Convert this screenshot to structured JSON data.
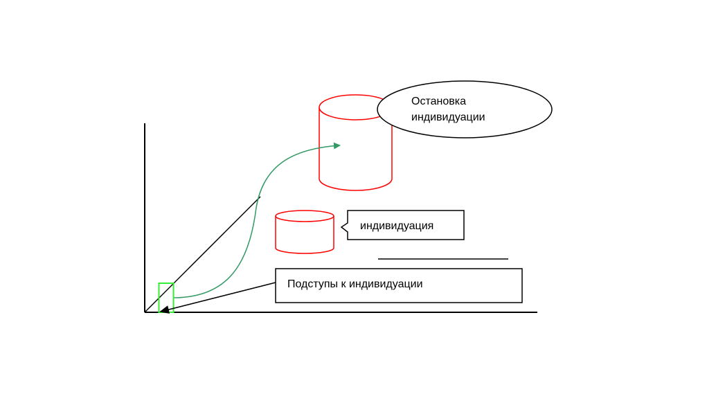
{
  "labels": {
    "stop": "Остановка индивидуации",
    "individuation": "индивидуация",
    "approaches": "Подступы к индивидуации"
  },
  "colors": {
    "cylinder": "#ff0000",
    "marker": "#33cc33",
    "curve": "#339966",
    "line": "#000000"
  }
}
